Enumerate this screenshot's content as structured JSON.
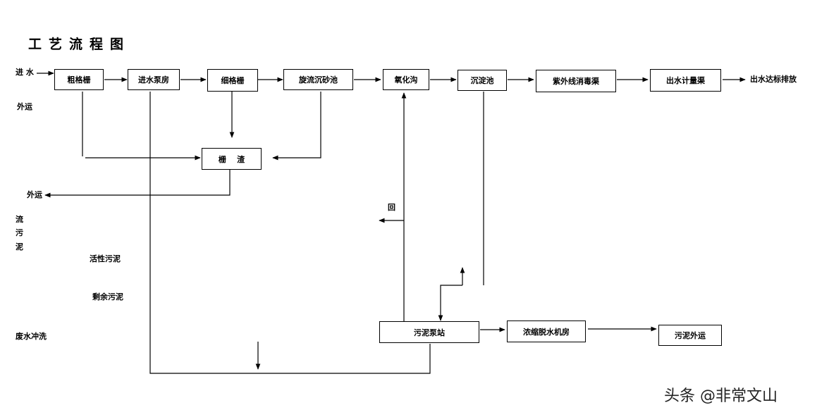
{
  "title": "工艺流程图",
  "inflow": "进 水",
  "boxes": {
    "coarse_screen": "粗格栅",
    "inlet_pump": "进水泵房",
    "fine_screen": "细格栅",
    "grit_chamber": "旋流沉砂池",
    "oxidation_ditch": "氧化沟",
    "sedimentation": "沉淀池",
    "uv_channel": "紫外线消毒渠",
    "flow_meter": "出水计量渠",
    "screenings": "栅    渣",
    "sludge_pump": "污泥泵站",
    "dewatering": "浓缩脱水机房",
    "sludge_out": "污泥外运"
  },
  "labels": {
    "discharge": "出水达标排放",
    "outhaul_top": "外运",
    "outhaul_mid": "外运",
    "return_char": "回",
    "flow_v1": "流",
    "flow_v2": "污",
    "flow_v3": "泥",
    "activated_sludge": "活性污泥",
    "excess_sludge": "剩余污泥",
    "wastewater_wash": "废水冲洗"
  },
  "watermark": "头条 @非常文山"
}
